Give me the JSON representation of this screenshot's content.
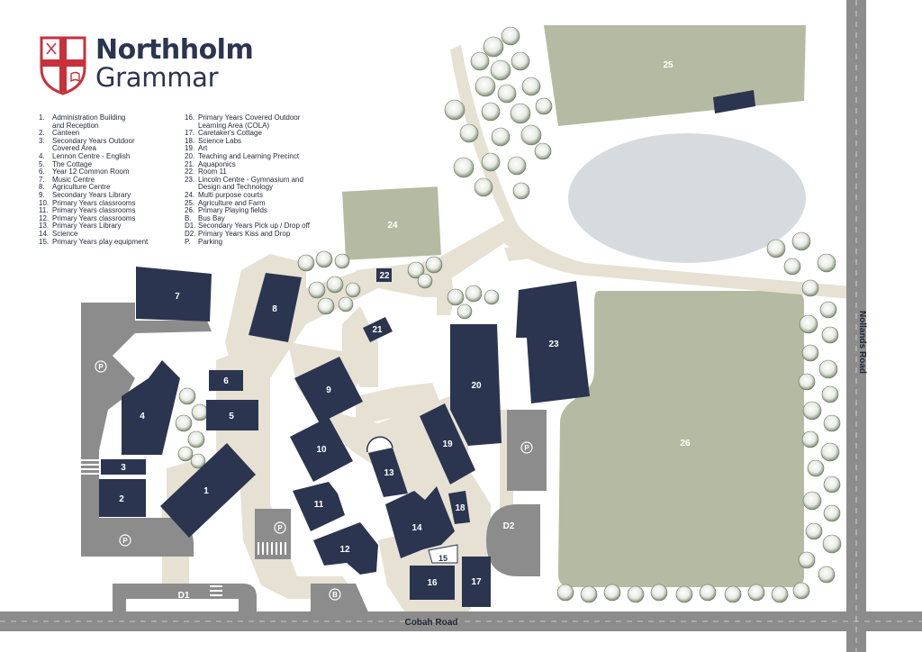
{
  "brand": {
    "line1": "Northholm",
    "line2": "Grammar"
  },
  "colors": {
    "building": "#2b3550",
    "paved": "#e6e1d3",
    "lot": "#8c8c8c",
    "field": "#b5bba2",
    "oval": "#d6dbe0",
    "crest": "#c8313b"
  },
  "icons": {
    "crest": "shield-crest-icon",
    "parking": "parking-p-icon",
    "bus": "bus-b-icon",
    "tree": "tree-cluster-icon"
  },
  "legend": [
    {
      "num": "1.",
      "text": "Administration Building"
    },
    {
      "num": "",
      "text": "and Reception"
    },
    {
      "num": "2.",
      "text": "Canteen"
    },
    {
      "num": "3.",
      "text": "Secondary Years Outdoor"
    },
    {
      "num": "",
      "text": "Covered Area"
    },
    {
      "num": "4.",
      "text": "Lennon Centre - English"
    },
    {
      "num": "5.",
      "text": "The Cottage"
    },
    {
      "num": "6.",
      "text": "Year 12 Common Room"
    },
    {
      "num": "7.",
      "text": "Music Centre"
    },
    {
      "num": "8.",
      "text": "Agriculture Centre"
    },
    {
      "num": "9.",
      "text": "Secondary Years Library"
    },
    {
      "num": "10.",
      "text": "Primary Years classrooms"
    },
    {
      "num": "11.",
      "text": "Primary Years classrooms"
    },
    {
      "num": "12.",
      "text": "Primary Years classrooms"
    },
    {
      "num": "13.",
      "text": "Primary Years Library"
    },
    {
      "num": "14.",
      "text": "Science"
    },
    {
      "num": "15.",
      "text": "Primary Years play equipment"
    }
  ],
  "legend2": [
    {
      "num": "16.",
      "text": "Primary Years Covered Outdoor"
    },
    {
      "num": "",
      "text": "Learning Area (COLA)"
    },
    {
      "num": "17.",
      "text": "Caretaker's Cottage"
    },
    {
      "num": "18.",
      "text": "Science Labs"
    },
    {
      "num": "19.",
      "text": "Art"
    },
    {
      "num": "20.",
      "text": "Teaching and Learning Precinct"
    },
    {
      "num": "21.",
      "text": "Aquaponics"
    },
    {
      "num": "22.",
      "text": "Room 11"
    },
    {
      "num": "23.",
      "text": "Lincoln Centre - Gymnasium and"
    },
    {
      "num": "",
      "text": "Design and Technology"
    },
    {
      "num": "24.",
      "text": "Multi purpose courts"
    },
    {
      "num": "25.",
      "text": "Agriculture and Farm"
    },
    {
      "num": "26.",
      "text": "Primary Playing fields"
    },
    {
      "num": "B.",
      "text": "Bus Bay"
    },
    {
      "num": "D1.",
      "text": "Secondary Years Pick up / Drop off"
    },
    {
      "num": "D2.",
      "text": "Primary Years Kiss and Drop"
    },
    {
      "num": "P.",
      "text": "Parking"
    }
  ],
  "map": {
    "buildings": [
      "1",
      "2",
      "3",
      "4",
      "5",
      "6",
      "7",
      "8",
      "9",
      "10",
      "11",
      "12",
      "13",
      "14",
      "15",
      "16",
      "17",
      "18",
      "19",
      "20",
      "21",
      "22",
      "23"
    ],
    "fields": [
      "24",
      "25",
      "26"
    ],
    "parking": [
      "P",
      "P",
      "P",
      "P"
    ],
    "dropoff": [
      "D1",
      "D2"
    ],
    "bus": "B",
    "roads": {
      "south": "Cobah Road",
      "east": "Nollands Road"
    }
  }
}
